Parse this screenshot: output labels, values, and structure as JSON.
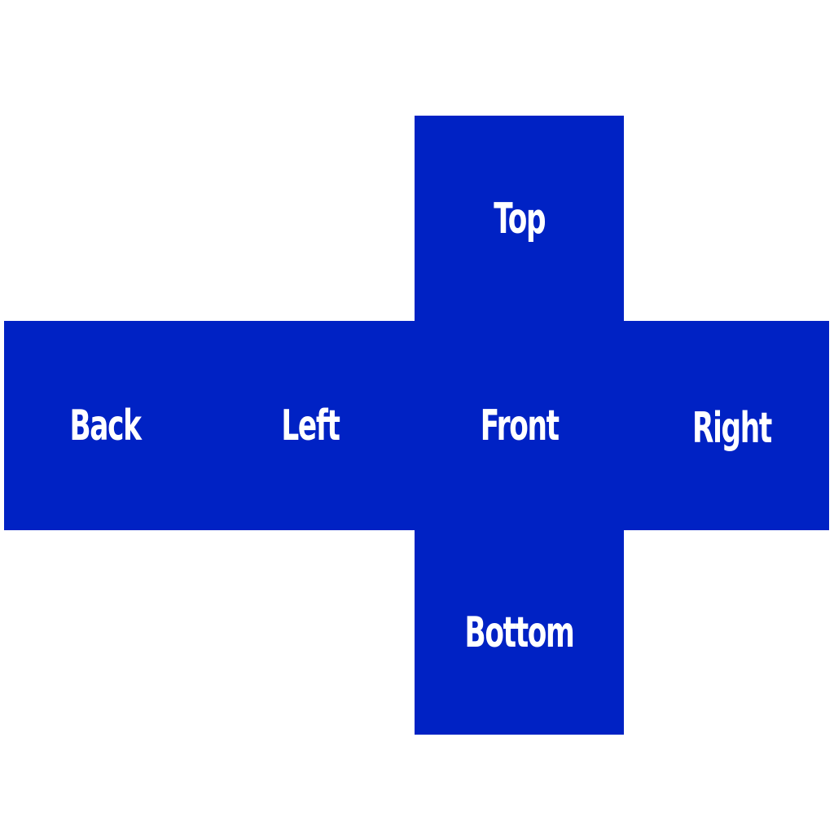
{
  "colors": {
    "face_fill": "#0022c4",
    "label": "#ffffff",
    "background": "#ffffff"
  },
  "net": {
    "faces": {
      "top": "Top",
      "back": "Back",
      "left": "Left",
      "front": "Front",
      "right": "Right",
      "bottom": "Bottom"
    }
  }
}
